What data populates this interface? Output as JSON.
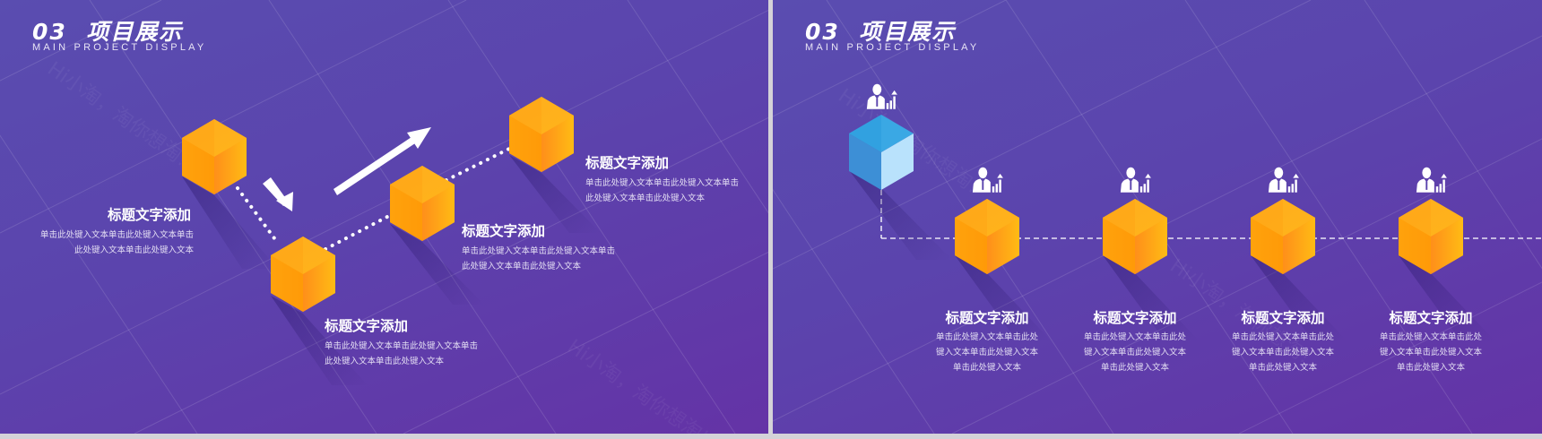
{
  "colors": {
    "bg_start": "#5a4db0",
    "bg_end": "#6433a6",
    "cube_orange_light": "#ffb01f",
    "cube_orange_dark": "#ff9a0a",
    "cube_blue_top": "#3aa9e6",
    "cube_blue_right": "#b8e0fb",
    "separator": "#d4d2d8"
  },
  "slides": [
    {
      "header": {
        "number": "03",
        "title": "项目展示",
        "subtitle": "MAIN PROJECT DISPLAY"
      },
      "items": [
        {
          "title": "标题文字添加",
          "body": [
            "单击此处键入文本单击此处键入文本单击",
            "此处键入文本单击此处键入文本"
          ]
        },
        {
          "title": "标题文字添加",
          "body": [
            "单击此处键入文本单击此处键入文本单击",
            "此处键入文本单击此处键入文本"
          ]
        },
        {
          "title": "标题文字添加",
          "body": [
            "单击此处键入文本单击此处键入文本单击",
            "此处键入文本单击此处键入文本"
          ]
        },
        {
          "title": "标题文字添加",
          "body": [
            "单击此处键入文本单击此处键入文本单击",
            "此处键入文本单击此处键入文本"
          ]
        }
      ],
      "icons": [
        "cube-icon",
        "arrow-down-right-icon",
        "arrow-up-right-icon"
      ]
    },
    {
      "header": {
        "number": "03",
        "title": "项目展示",
        "subtitle": "MAIN PROJECT DISPLAY"
      },
      "items": [
        {
          "title": "标题文字添加",
          "body": [
            "单击此处键入文本单击此处",
            "键入文本单击此处键入文本",
            "单击此处键入文本"
          ]
        },
        {
          "title": "标题文字添加",
          "body": [
            "单击此处键入文本单击此处",
            "键入文本单击此处键入文本",
            "单击此处键入文本"
          ]
        },
        {
          "title": "标题文字添加",
          "body": [
            "单击此处键入文本单击此处",
            "键入文本单击此处键入文本",
            "单击此处键入文本"
          ]
        },
        {
          "title": "标题文字添加",
          "body": [
            "单击此处键入文本单击此处",
            "键入文本单击此处键入文本",
            "单击此处键入文本"
          ]
        }
      ],
      "icons": [
        "businessman-growth-icon",
        "cube-icon"
      ]
    }
  ]
}
